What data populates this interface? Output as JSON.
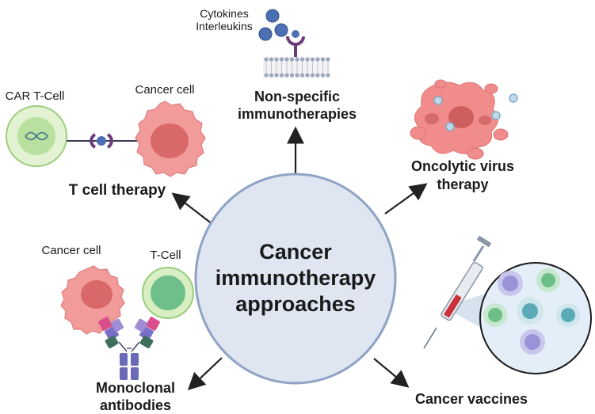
{
  "center": {
    "line1": "Cancer",
    "line2": "immunotherapy",
    "line3": "approaches"
  },
  "nonspecific": {
    "cytokines": "Cytokines",
    "interleukins": "Interleukins",
    "title_line1": "Non-specific",
    "title_line2": "immunotherapies"
  },
  "tcell_therapy": {
    "car_label": "CAR T-Cell",
    "cancer_label": "Cancer cell",
    "title": "T cell therapy"
  },
  "oncolytic": {
    "title_line1": "Oncolytic virus",
    "title_line2": "therapy"
  },
  "monoclonal": {
    "cancer_label": "Cancer cell",
    "tcell_label": "T-Cell",
    "title_line1": "Monoclonal",
    "title_line2": "antibodies"
  },
  "vaccines": {
    "title": "Cancer vaccines"
  },
  "colors": {
    "center_fill": "#dfe6f2",
    "center_stroke": "#8fa3c4",
    "cancer_cell": "#f08c8c",
    "cancer_nucleus": "#d96868",
    "tcell_outer": "#d7efc2",
    "tcell_inner": "#a8d98a",
    "receptor_purple": "#6b3a7d",
    "blue_ball": "#4d6fb3",
    "antibody_purple": "#6a6ab8"
  }
}
